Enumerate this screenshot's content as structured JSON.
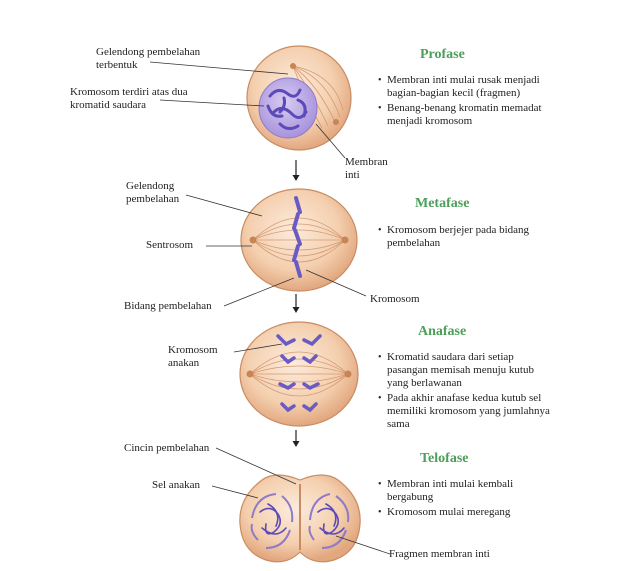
{
  "phases": [
    {
      "title": "Profase",
      "bullets": [
        [
          "Membran inti mulai rusak menjadi",
          "bagian-bagian kecil (fragmen)"
        ],
        [
          "Benang-benang kromatin memadat",
          "menjadi kromosom"
        ]
      ],
      "labels": {
        "spindle": [
          "Gelendong pembelahan",
          "terbentuk"
        ],
        "chromosome": [
          "Kromosom terdiri atas dua",
          "kromatid saudara"
        ],
        "membrane": [
          "Membran",
          "inti"
        ]
      }
    },
    {
      "title": "Metafase",
      "bullets": [
        [
          "Kromosom berjejer pada bidang",
          "pembelahan"
        ]
      ],
      "labels": {
        "spindle": [
          "Gelendong",
          "pembelahan"
        ],
        "centrosome": "Sentrosom",
        "plane": "Bidang pembelahan",
        "chromosome": "Kromosom"
      }
    },
    {
      "title": "Anafase",
      "bullets": [
        [
          "Kromatid saudara dari setiap",
          "pasangan memisah menuju kutub",
          "yang berlawanan"
        ],
        [
          "Pada akhir anafase kedua kutub sel",
          "memiliki kromosom yang jumlahnya",
          "sama"
        ]
      ],
      "labels": {
        "daughter_chromosome": [
          "Kromosom",
          "anakan"
        ]
      }
    },
    {
      "title": "Telofase",
      "bullets": [
        [
          "Membran inti mulai kembali",
          "bergabung"
        ],
        [
          "Kromosom mulai meregang"
        ]
      ],
      "labels": {
        "cleavage_ring": "Cincin pembelahan",
        "daughter_cell": "Sel anakan",
        "membrane_fragment": "Fragmen membran inti"
      }
    }
  ],
  "colors": {
    "cell_light": "#fbe4d0",
    "cell_mid": "#f0c39e",
    "cell_edge": "#c98c62",
    "nucleus": "#b7a3e0",
    "chromosome": "#6a5bc4",
    "spindle": "#d59a72",
    "title": "#4c9e5a"
  }
}
